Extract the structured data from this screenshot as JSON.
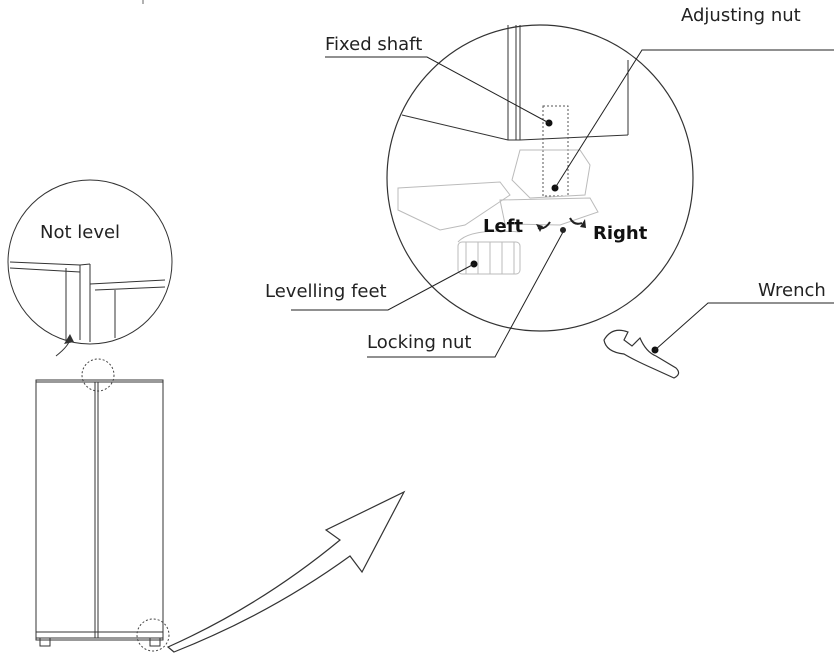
{
  "labels": {
    "not_level": "Not level",
    "fixed_shaft": "Fixed shaft",
    "adjusting_nut": "Adjusting nut",
    "left": "Left",
    "right": "Right",
    "levelling_feet": "Levelling feet",
    "locking_nut": "Locking nut",
    "wrench": "Wrench"
  }
}
